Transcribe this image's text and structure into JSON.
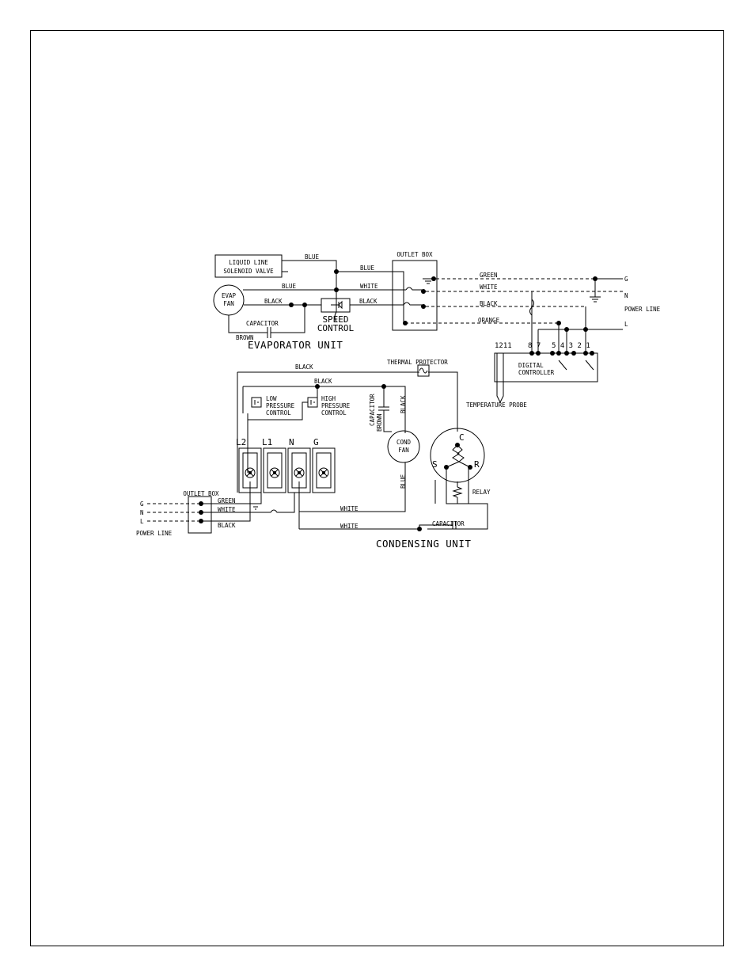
{
  "evaporator": {
    "title": "EVAPORATOR UNIT",
    "solenoid_line1": "LIQUID LINE",
    "solenoid_line2": "SOLENOID VALVE",
    "evap_fan_line1": "EVAP",
    "evap_fan_line2": "FAN",
    "capacitor": "CAPACITOR",
    "speed_control_line1": "SPEED",
    "speed_control_line2": "CONTROL",
    "wire_blue_top": "BLUE",
    "wire_blue_right": "BLUE",
    "wire_blue_mid": "BLUE",
    "wire_white": "WHITE",
    "wire_black_left": "BLACK",
    "wire_black_right": "BLACK",
    "wire_brown": "BROWN"
  },
  "outlet_box_top": {
    "title": "OUTLET BOX",
    "wire_green": "GREEN",
    "wire_white": "WHITE",
    "wire_black": "BLACK",
    "wire_orange": "ORANGE"
  },
  "power_line_right": {
    "label": "POWER LINE",
    "g": "G",
    "n": "N",
    "l": "L"
  },
  "controller": {
    "title_line1": "DIGITAL",
    "title_line2": "CONTROLLER",
    "terminals_left": "1211",
    "terminals_mid": "8 7",
    "terminals_right": "5 4 3 2 1",
    "probe": "TEMPERATURE PROBE"
  },
  "condensing": {
    "title": "CONDENSING UNIT",
    "thermal_protector": "THERMAL PROTECTOR",
    "wire_black_top": "BLACK",
    "wire_black_second": "BLACK",
    "low_pressure_line1": "LOW",
    "low_pressure_line2": "PRESSURE",
    "low_pressure_line3": "CONTROL",
    "high_pressure_line1": "HIGH",
    "high_pressure_line2": "PRESSURE",
    "high_pressure_line3": "CONTROL",
    "capacitor_vertical": "CAPACITOR",
    "brown_vertical": "BROWN",
    "black_vertical": "BLACK",
    "blue_vertical": "BLUE",
    "cond_fan_line1": "COND",
    "cond_fan_line2": "FAN",
    "compressor_c": "C",
    "compressor_s": "S",
    "compressor_r": "R",
    "relay": "RELAY",
    "capacitor_bottom": "CAPACITOR",
    "wire_white_1": "WHITE",
    "wire_white_2": "WHITE",
    "terminal_l2": "L2",
    "terminal_l1": "L1",
    "terminal_n": "N",
    "terminal_g": "G"
  },
  "outlet_box_bottom": {
    "title": "OUTLET BOX",
    "wire_green": "GREEN",
    "wire_white": "WHITE",
    "wire_black": "BLACK",
    "power_line": "POWER LINE",
    "g": "G",
    "n": "N",
    "l": "L"
  }
}
